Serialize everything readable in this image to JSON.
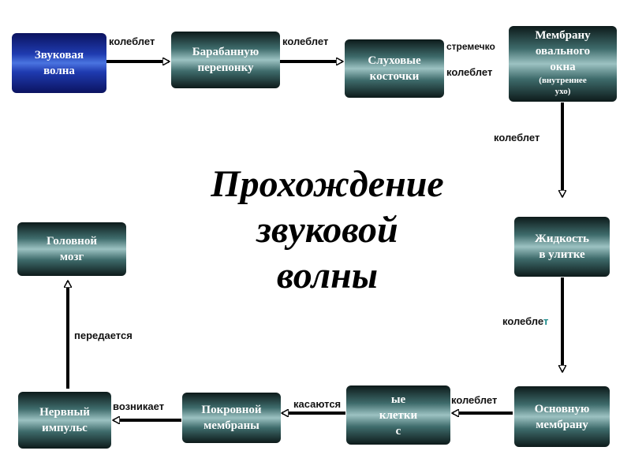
{
  "title": [
    "Прохождение",
    "звуковой",
    "волны"
  ],
  "nodes": {
    "sound_wave": [
      "Звуковая",
      "волна"
    ],
    "eardrum": [
      "Барабанную",
      "перепонку"
    ],
    "ossicles": [
      "Слуховые",
      "косточки"
    ],
    "oval_window": [
      "Мембрану",
      "овального",
      "окна",
      "(внутреннее",
      "ухо)"
    ],
    "cochlea_fluid": [
      "Жидкость",
      "в улитке"
    ],
    "basilar": [
      "Основную",
      "мембрану"
    ],
    "hair_cells": [
      "ые",
      "клетки",
      "с"
    ],
    "tectorial": [
      "Покровной",
      "мембраны"
    ],
    "nerve_impulse": [
      "Нервный",
      "импульс"
    ],
    "brain": [
      "Головной",
      "мозг"
    ]
  },
  "labels": {
    "l1": "колеблет",
    "l2": "колеблет",
    "stapes": "стремечко",
    "l3": "колеблет",
    "l4": "колеблет",
    "l5_main": "колебле",
    "l5_tail": "т",
    "l6": "колеблет",
    "touch": "касаются",
    "arises": "возникает",
    "transmitted": "передается"
  },
  "colors": {
    "arrow": "#000000",
    "node_teal": "#3e6b6b",
    "node_blue": "#1f3bb0"
  }
}
